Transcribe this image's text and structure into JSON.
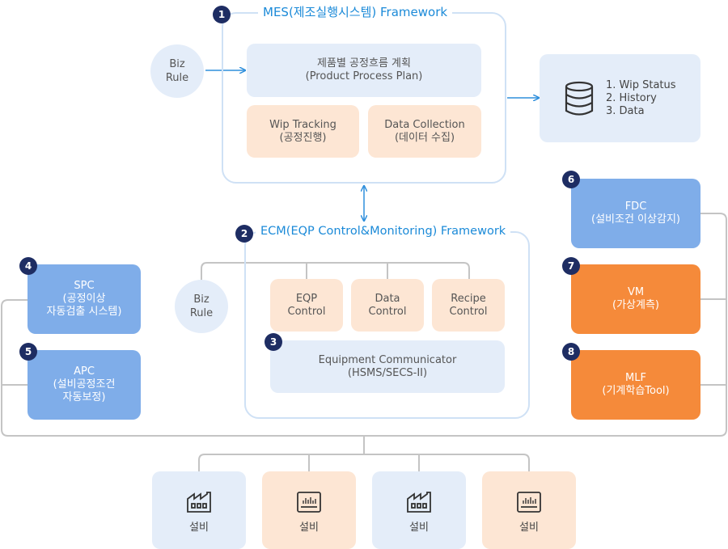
{
  "mes": {
    "number": "1",
    "title": "MES(제조실행시스템) Framework",
    "plan": {
      "line1": "제품별 공정흐름 계획",
      "line2": "(Product Process Plan)"
    },
    "wip": {
      "line1": "Wip Tracking",
      "line2": "(공정진행)"
    },
    "collection": {
      "line1": "Data Collection",
      "line2": "(데이터 수집)"
    }
  },
  "biz_rule_top": {
    "line1": "Biz",
    "line2": "Rule"
  },
  "status": {
    "items": [
      "1. Wip Status",
      "2. History",
      "3. Data"
    ],
    "icon": "database-icon"
  },
  "ecm": {
    "number": "2",
    "title": "ECM(EQP Control&Monitoring) Framework",
    "eqp": {
      "line1": "EQP",
      "line2": "Control"
    },
    "data": {
      "line1": "Data",
      "line2": "Control"
    },
    "recipe": {
      "line1": "Recipe",
      "line2": "Control"
    },
    "communicator": {
      "number": "3",
      "line1": "Equipment Communicator",
      "line2": "(HSMS/SECS-II)"
    }
  },
  "biz_rule_mid": {
    "line1": "Biz",
    "line2": "Rule"
  },
  "spc": {
    "number": "4",
    "line1": "SPC",
    "line2": "(공정이상",
    "line3": "자동검출 시스템)"
  },
  "apc": {
    "number": "5",
    "line1": "APC",
    "line2": "(설비공정조건",
    "line3": "자동보정)"
  },
  "fdc": {
    "number": "6",
    "line1": "FDC",
    "line2": "(설비조건 이상감지)"
  },
  "vm": {
    "number": "7",
    "line1": "VM",
    "line2": "(가상계측)"
  },
  "mlf": {
    "number": "8",
    "line1": "MLF",
    "line2": "(기계학습Tool)"
  },
  "equipment": [
    {
      "label": "설비",
      "icon": "factory-icon"
    },
    {
      "label": "설비",
      "icon": "monitor-icon"
    },
    {
      "label": "설비",
      "icon": "factory-icon"
    },
    {
      "label": "설비",
      "icon": "monitor-icon"
    }
  ],
  "colors": {
    "frame_border": "#cfe1f5",
    "title_blue": "#1b8ad8",
    "badge_navy": "#1e2d63",
    "light_blue": "#e4edf9",
    "peach": "#fde6d4",
    "mid_blue": "#7fade9",
    "orange": "#f58a3a",
    "wire_gray": "#c4c4c4",
    "arrow_blue": "#2f8fdc"
  }
}
